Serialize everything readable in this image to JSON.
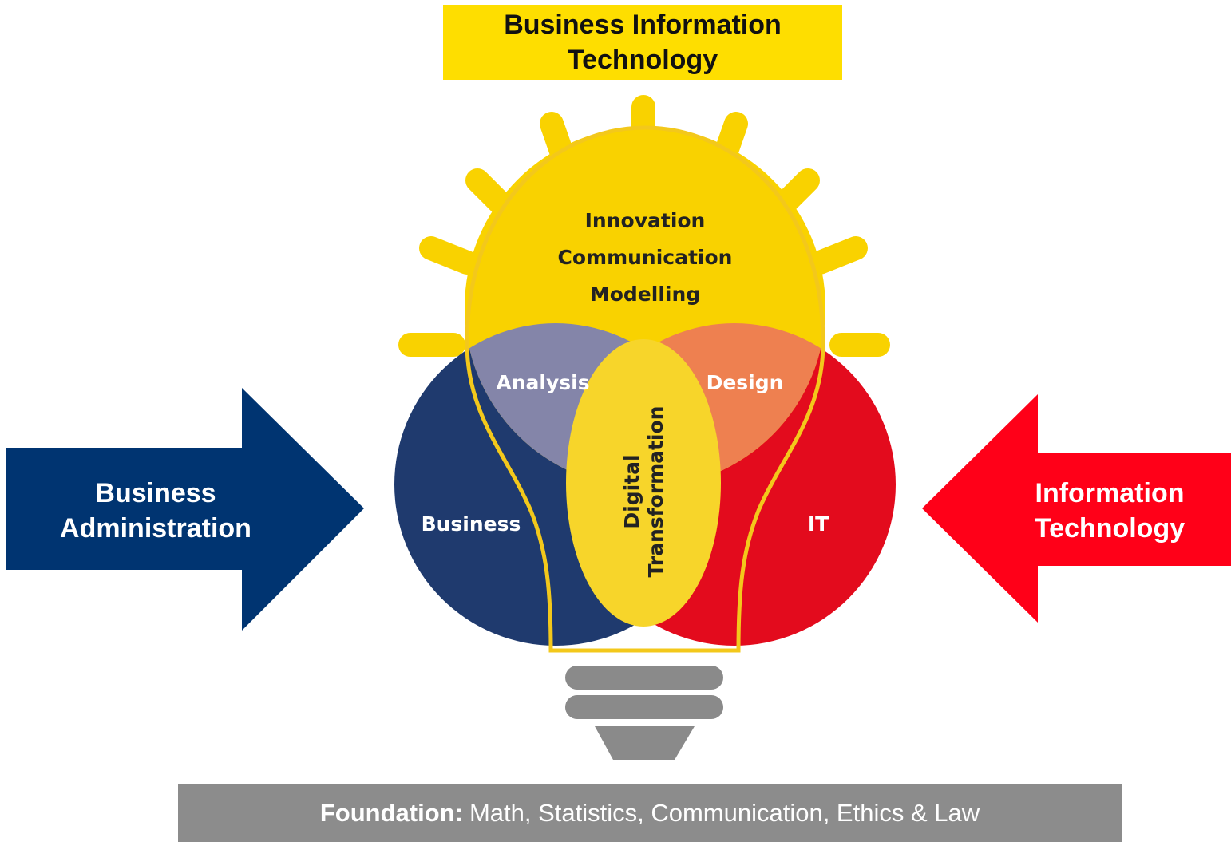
{
  "title": {
    "line1": "Business Information",
    "line2": "Technology"
  },
  "top_labels": [
    "Innovation",
    "Communication",
    "Modelling"
  ],
  "regions": {
    "analysis": "Analysis",
    "design": "Design",
    "business": "Business",
    "it": "IT",
    "center_line1": "Digital",
    "center_line2": "Transformation"
  },
  "left_arrow": {
    "line1": "Business",
    "line2": "Administration"
  },
  "right_arrow": {
    "line1": "Information",
    "line2": "Technology"
  },
  "foundation": {
    "label": "Foundation:",
    "text": "Math, Statistics, Communication, Ethics & Law"
  },
  "colors": {
    "title_bg": "#fede00",
    "bulb_yellow": "#f9d200",
    "business_navy": "#1f3a6e",
    "it_red": "#e30b1d",
    "arrow_left": "#003471",
    "arrow_right": "#ff0018",
    "analysis": "#8485a9",
    "design": "#ee8050",
    "base_gray": "#8a8a8a",
    "foundation_bg": "#8c8c8c"
  }
}
